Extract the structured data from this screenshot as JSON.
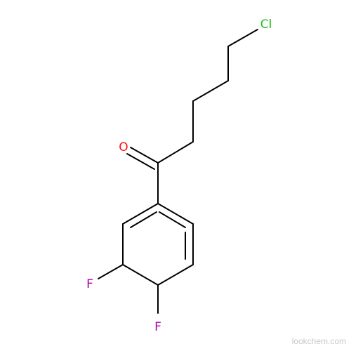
{
  "molecule": {
    "atoms": {
      "cl": {
        "label": "Cl",
        "color": "#1fc01f"
      },
      "o": {
        "label": "O",
        "color": "#ff0d0d"
      },
      "f3": {
        "label": "F",
        "color": "#b000b0"
      },
      "f4": {
        "label": "F",
        "color": "#b000b0"
      }
    }
  },
  "watermark": "lookchem.com"
}
